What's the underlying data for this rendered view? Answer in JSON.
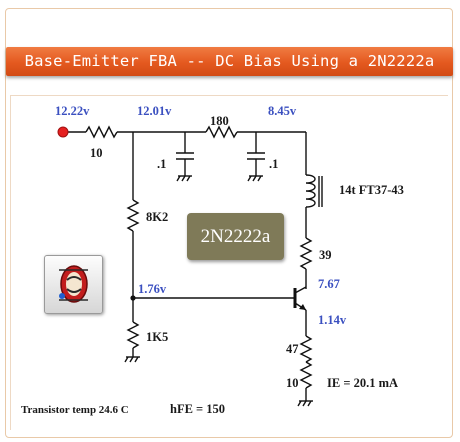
{
  "title": "Base-Emitter FBA -- DC Bias Using a 2N2222a",
  "chip_label": "2N2222a",
  "voltages": {
    "input": "12.22v",
    "after_r1": "12.01v",
    "after_r180": "8.45v",
    "base": "1.76v",
    "collector": "7.67",
    "emitter": "1.14v"
  },
  "components": {
    "r_input": "10",
    "r_series": "180",
    "cap1": ".1",
    "cap2": ".1",
    "inductor": "14t FT37-43",
    "r_bias_top": "8K2",
    "r_collector": "39",
    "r_bias_bottom": "1K5",
    "r_emitter1": "47",
    "r_emitter2": "10"
  },
  "readouts": {
    "emitter_current": "IE = 20.1 mA",
    "temperature": "Transistor temp 24.6 C",
    "hfe": "hFE = 150"
  },
  "colors": {
    "title_bar": "#e4591f",
    "voltage_text": "#3b50c0",
    "input_node": "#e52020",
    "chip": "#7f7a58"
  }
}
